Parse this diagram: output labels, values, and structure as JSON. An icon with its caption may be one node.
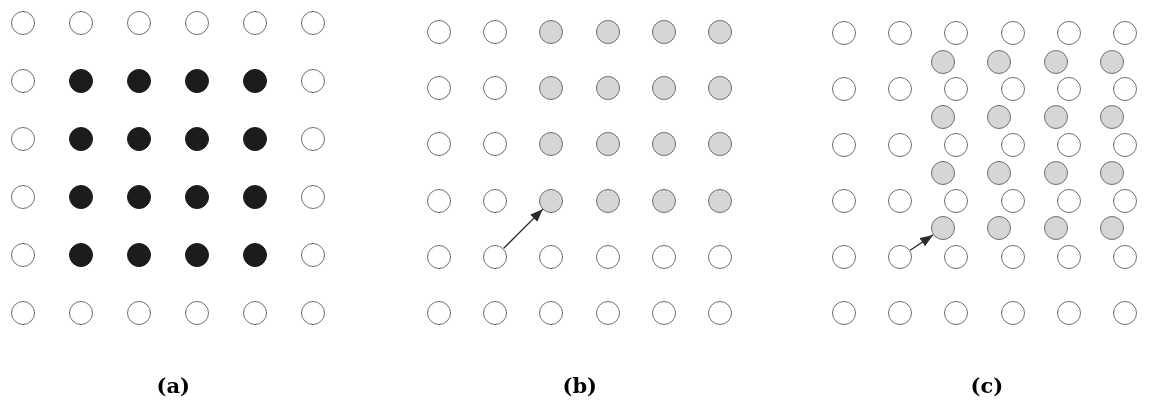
{
  "diagram": {
    "nodes": [
      {
        "text": [],
        "shape": "circle"
      },
      {
        "text": [],
        "shape": "circle"
      },
      {
        "text": [],
        "shape": "circle"
      },
      {
        "text": [],
        "shape": "circle"
      },
      {
        "text": [],
        "shape": "circle"
      },
      {
        "text": [],
        "shape": "circle"
      },
      {
        "text": [],
        "shape": "circle"
      },
      {
        "text": [],
        "shape": "circle"
      },
      {
        "text": [],
        "shape": "circle"
      },
      {
        "text": [],
        "shape": "circle"
      },
      {
        "text": [],
        "shape": "circle"
      },
      {
        "text": [],
        "shape": "circle"
      },
      {
        "text": [],
        "shape": "circle"
      },
      {
        "text": [],
        "shape": "circle"
      },
      {
        "text": [],
        "shape": "circle"
      },
      {
        "text": [],
        "shape": "circle"
      },
      {
        "text": [],
        "shape": "circle"
      },
      {
        "text": [],
        "shape": "circle"
      },
      {
        "text": [],
        "shape": "circle"
      },
      {
        "text": [],
        "shape": "circle"
      },
      {
        "text": [],
        "shape": "circle"
      },
      {
        "text": [],
        "shape": "circle"
      },
      {
        "text": [],
        "shape": "circle"
      },
      {
        "text": [],
        "shape": "circle"
      },
      {
        "text": [],
        "shape": "circle"
      },
      {
        "text": [],
        "shape": "circle"
      },
      {
        "text": [],
        "shape": "circle"
      },
      {
        "text": [],
        "shape": "circle"
      },
      {
        "text": [],
        "shape": "circle"
      },
      {
        "text": [],
        "shape": "circle"
      },
      {
        "text": [],
        "shape": "circle"
      },
      {
        "text": [],
        "shape": "circle"
      },
      {
        "text": [],
        "shape": "circle"
      },
      {
        "text": [],
        "shape": "circle"
      },
      {
        "text": [],
        "shape": "circle"
      },
      {
        "text": [],
        "shape": "circle"
      },
      {
        "text": [],
        "shape": "circle"
      },
      {
        "text": [],
        "shape": "circle"
      },
      {
        "text": [],
        "shape": "circle"
      },
      {
        "text": [],
        "shape": "circle"
      },
      {
        "text": [],
        "shape": "circle"
      },
      {
        "text": [],
        "shape": "circle"
      },
      {
        "text": [],
        "shape": "circle"
      },
      {
        "text": [],
        "shape": "circle"
      },
      {
        "text": [],
        "shape": "circle"
      },
      {
        "text": [],
        "shape": "circle"
      },
      {
        "text": [],
        "shape": "circle"
      },
      {
        "text": [],
        "shape": "circle"
      },
      {
        "text": [],
        "shape": "circle"
      },
      {
        "text": [],
        "shape": "circle"
      },
      {
        "text": [],
        "shape": "circle"
      },
      {
        "text": [],
        "shape": "circle"
      },
      {
        "text": [],
        "shape": "circle"
      },
      {
        "text": [],
        "shape": "circle"
      },
      {
        "text": [],
        "shape": "circle"
      },
      {
        "text": [],
        "shape": "circle"
      },
      {
        "text": [],
        "shape": "circle"
      },
      {
        "text": [],
        "shape": "circle"
      },
      {
        "text": [],
        "shape": "circle"
      },
      {
        "text": [],
        "shape": "circle"
      },
      {
        "text": [],
        "shape": "circle"
      },
      {
        "text": [],
        "shape": "circle"
      },
      {
        "text": [],
        "shape": "circle"
      },
      {
        "text": [],
        "shape": "circle"
      },
      {
        "text": [],
        "shape": "circle"
      },
      {
        "text": [],
        "shape": "circle"
      },
      {
        "text": [],
        "shape": "circle"
      },
      {
        "text": [],
        "shape": "circle"
      },
      {
        "text": [],
        "shape": "circle"
      },
      {
        "text": [],
        "shape": "circle"
      },
      {
        "text": [],
        "shape": "circle"
      },
      {
        "text": [],
        "shape": "circle"
      },
      {
        "text": [],
        "shape": "circle"
      },
      {
        "text": [],
        "shape": "circle"
      },
      {
        "text": [],
        "shape": "circle"
      },
      {
        "text": [],
        "shape": "circle"
      },
      {
        "text": [],
        "shape": "circle"
      },
      {
        "text": [],
        "shape": "circle"
      },
      {
        "text": [],
        "shape": "circle"
      },
      {
        "text": [],
        "shape": "circle"
      },
      {
        "text": [],
        "shape": "circle"
      },
      {
        "text": [],
        "shape": "circle"
      },
      {
        "text": [],
        "shape": "circle"
      },
      {
        "text": [],
        "shape": "circle"
      },
      {
        "text": [],
        "shape": "circle"
      },
      {
        "text": [],
        "shape": "circle"
      },
      {
        "text": [],
        "shape": "circle"
      },
      {
        "text": [],
        "shape": "circle"
      },
      {
        "text": [],
        "shape": "circle"
      },
      {
        "text": [],
        "shape": "circle"
      },
      {
        "text": [],
        "shape": "circle"
      },
      {
        "text": [],
        "shape": "circle"
      },
      {
        "text": [],
        "shape": "circle"
      },
      {
        "text": [],
        "shape": "circle"
      },
      {
        "text": [],
        "shape": "circle"
      },
      {
        "text": [],
        "shape": "circle"
      },
      {
        "text": [],
        "shape": "circle"
      },
      {
        "text": [],
        "shape": "circle"
      },
      {
        "text": [],
        "shape": "circle"
      },
      {
        "text": [],
        "shape": "circle"
      },
      {
        "text": [],
        "shape": "circle"
      },
      {
        "text": [],
        "shape": "circle"
      },
      {
        "text": [],
        "shape": "circle"
      },
      {
        "text": [],
        "shape": "circle"
      },
      {
        "text": [],
        "shape": "circle"
      },
      {
        "text": [],
        "shape": "circle"
      },
      {
        "text": [],
        "shape": "circle"
      },
      {
        "text": [],
        "shape": "circle"
      },
      {
        "text": [],
        "shape": "circle"
      },
      {
        "text": [],
        "shape": "circle"
      },
      {
        "text": [],
        "shape": "circle"
      },
      {
        "text": [],
        "shape": "circle"
      },
      {
        "text": [],
        "shape": "circle"
      },
      {
        "text": [],
        "shape": "circle"
      },
      {
        "text": [],
        "shape": "circle"
      },
      {
        "text": [],
        "shape": "circle"
      },
      {
        "text": [],
        "shape": "circle"
      },
      {
        "text": [],
        "shape": "circle"
      },
      {
        "text": [],
        "shape": "circle"
      },
      {
        "text": [],
        "shape": "circle"
      },
      {
        "text": [],
        "shape": "circle"
      },
      {
        "text": [],
        "shape": "circle"
      },
      {
        "text": [],
        "shape": "circle"
      },
      {
        "text": [],
        "shape": "circle"
      }
    ],
    "edges": [
      {
        "from": 61,
        "to": 56,
        "arrow": "to"
      },
      {
        "from": 113,
        "to": 108,
        "arrow": "to"
      }
    ],
    "labels": [
      "(a)",
      "(b)",
      "(c)"
    ]
  }
}
